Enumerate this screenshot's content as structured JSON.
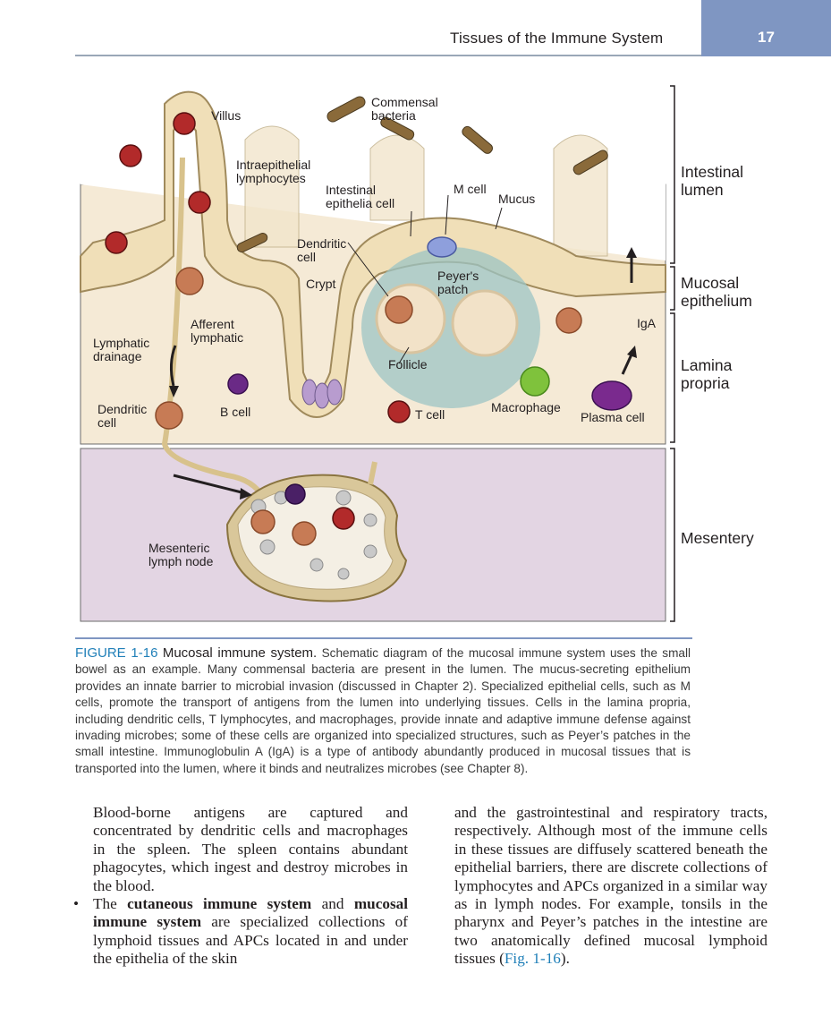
{
  "header": {
    "running_head": "Tissues of the Immune System",
    "page_number": "17",
    "accent_color": "#7f96c2"
  },
  "figure": {
    "labels": {
      "villus": "Villus",
      "commensal_bacteria": "Commensal\nbacteria",
      "intraepithelial_lymphocytes": "Intraepithelial\nlymphocytes",
      "intestinal_epithelia_cell": "Intestinal\nepithelia cell",
      "m_cell": "M cell",
      "mucus": "Mucus",
      "dendritic_cell_top": "Dendritic\ncell",
      "crypt": "Crypt",
      "peyers_patch": "Peyer's\npatch",
      "afferent_lymphatic": "Afferent\nlymphatic",
      "lymphatic_drainage": "Lymphatic\ndrainage",
      "follicle": "Follicle",
      "iga": "IgA",
      "dendritic_cell_bottom": "Dendritic\ncell",
      "b_cell": "B cell",
      "t_cell": "T cell",
      "macrophage": "Macrophage",
      "plasma_cell": "Plasma cell",
      "mesenteric_lymph_node": "Mesenteric\nlymph node"
    },
    "regions": {
      "intestinal_lumen": "Intestinal\nlumen",
      "mucosal_epithelium": "Mucosal\nepithelium",
      "lamina_propria": "Lamina\npropria",
      "mesentery": "Mesentery"
    }
  },
  "caption": {
    "label": "FIGURE 1-16",
    "title": "Mucosal immune system.",
    "text": "Schematic diagram of the mucosal immune system uses the small bowel as an example. Many commensal bacteria are present in the lumen. The mucus-secreting epithelium provides an innate barrier to microbial invasion (discussed in Chapter 2). Specialized epithelial cells, such as M cells, promote the transport of antigens from the lumen into underlying tissues. Cells in the lamina propria, including dendritic cells, T lymphocytes, and macrophages, provide innate and adaptive immune defense against invading microbes; some of these cells are organized into specialized structures, such as Peyer’s patches in the small intestine. Immunoglobulin A (IgA) is a type of antibody abundantly produced in mucosal tissues that is transported into the lumen, where it binds and neutralizes microbes (see Chapter 8)."
  },
  "body": {
    "left_para": "Blood-borne antigens are captured and concentrated by dendritic cells and macrophages in the spleen. The spleen contains abundant phagocytes, which ingest and destroy microbes in the blood.",
    "bullet_symbol": "•",
    "bullet_intro": "The",
    "term_cutaneous": "cutaneous immune system",
    "and_word": "and",
    "term_mucosal": "mucosal immune system",
    "bullet_rest": "are specialized collections of lymphoid tissues and APCs located in and under the epithelia of the skin",
    "right_para": "and the gastrointestinal and respiratory tracts, respectively. Although most of the immune cells in these tissues are diffusely scattered beneath the epithelial barriers, there are discrete collections of lymphocytes and APCs organized in a similar way as in lymph nodes. For example, tonsils in the pharynx and Peyer’s patches in the intestine are two anatomically defined mucosal lymphoid tissues (",
    "fig_ref": "Fig. 1-16",
    "right_end": ")."
  }
}
